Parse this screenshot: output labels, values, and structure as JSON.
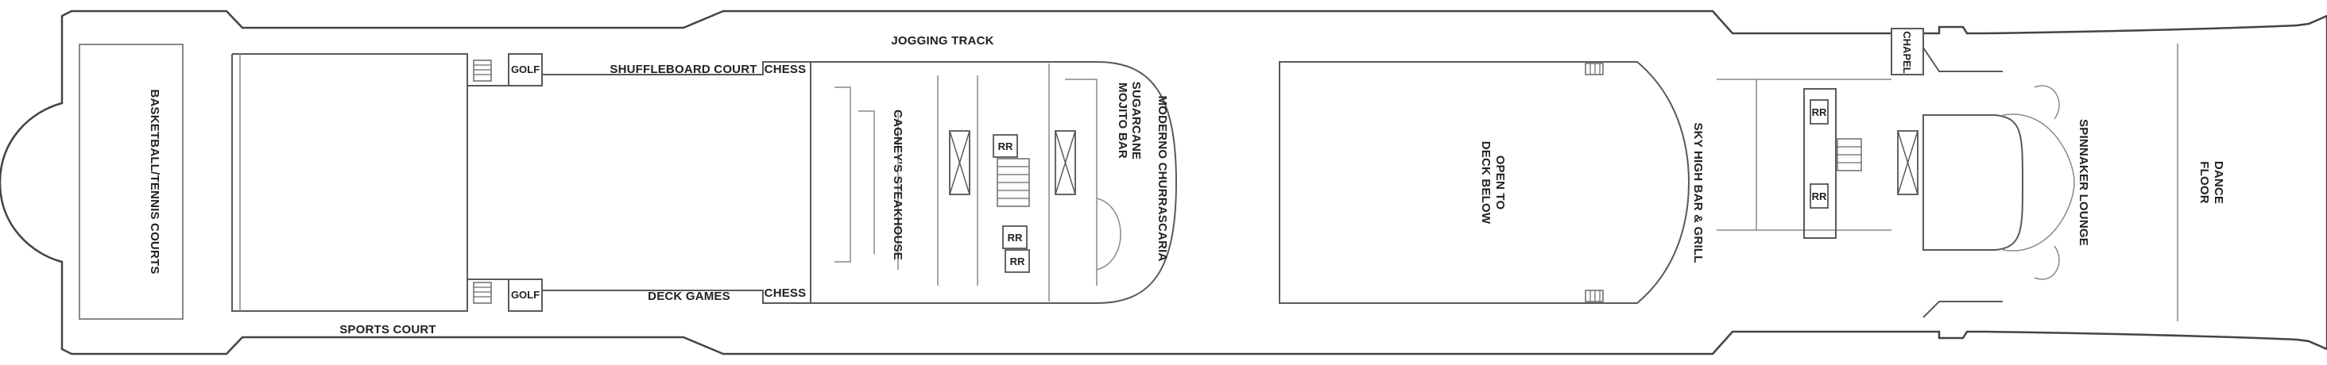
{
  "labels": {
    "basketball": "BASKETBALL/TENNIS COURTS",
    "golf_top": "GOLF",
    "golf_bottom": "GOLF",
    "sports_court": "SPORTS COURT",
    "shuffleboard": "SHUFFLEBOARD COURT",
    "chess_top": "CHESS",
    "chess_bottom": "CHESS",
    "deck_games": "DECK GAMES",
    "jogging": "JOGGING TRACK",
    "cagneys": "CAGNEY'S STEAKHOUSE",
    "sugarcane": "SUGARCANE",
    "mojito": "MOJITO BAR",
    "moderno": "MODERNO CHURRASCARIA",
    "open_to_1": "OPEN TO",
    "open_to_2": "DECK BELOW",
    "sky_high": "SKY HIGH BAR & GRILL",
    "chapel": "CHAPEL",
    "spinnaker": "SPINNAKER LOUNGE",
    "dance_1": "DANCE",
    "dance_2": "FLOOR",
    "rr": "RR"
  },
  "colors": {
    "outline": "#444444",
    "text": "#222222",
    "background": "#ffffff"
  }
}
